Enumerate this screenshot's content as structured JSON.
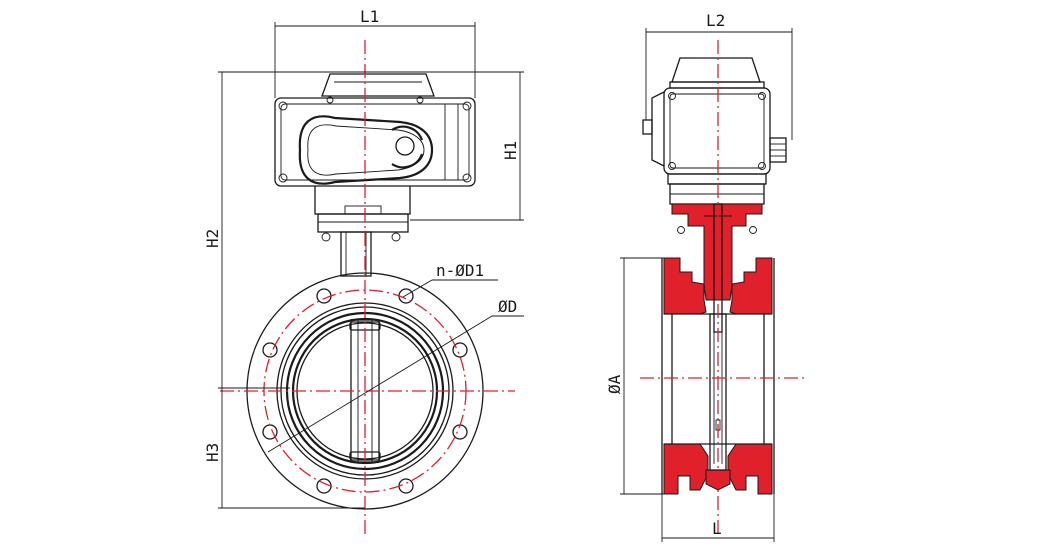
{
  "labels": {
    "l1": "L1",
    "l2": "L2",
    "h1": "H1",
    "h2": "H2",
    "h3": "H3",
    "n_d1": "n-ØD1",
    "d": "ØD",
    "a": "ØA",
    "l": "L"
  },
  "colors": {
    "line": "#1a1a1a",
    "centerline": "#e0202a",
    "section_fill": "#e0202a",
    "background": "#ffffff"
  }
}
